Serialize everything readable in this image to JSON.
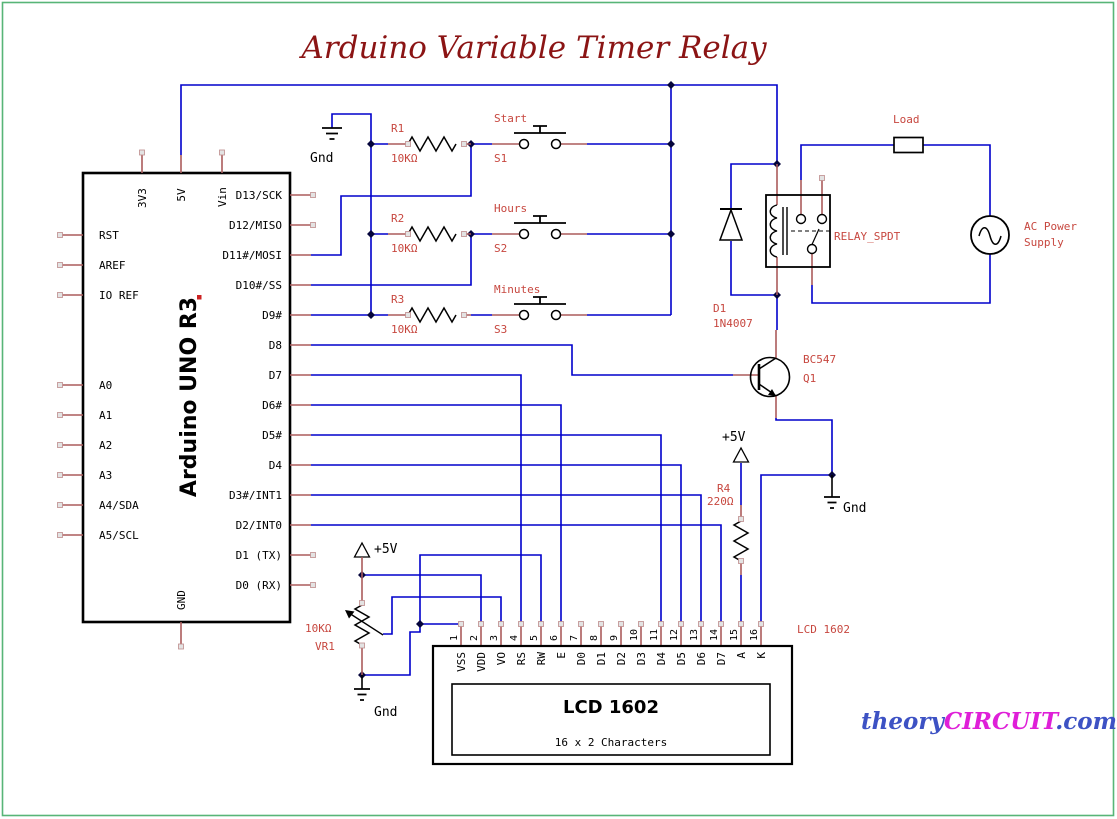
{
  "title": "Arduino Variable Timer Relay",
  "watermark": {
    "part1": "theory",
    "part2": "CIRCUIT",
    "part3": ".com"
  },
  "colors": {
    "wire": "#0000cc",
    "pin_lead": "#ab5c5c",
    "component_label": "#c7473f",
    "title_text": "#8b1414",
    "border": "#57b577",
    "watermark_blue": "#3d52c4",
    "watermark_magenta": "#df1fd8"
  },
  "arduino": {
    "name": "Arduino UNO R3",
    "top_pins": [
      "3V3",
      "5V",
      "Vin"
    ],
    "bottom_pin": "GND",
    "left_pins": [
      "RST",
      "AREF",
      "IO REF",
      "A0",
      "A1",
      "A2",
      "A3",
      "A4/SDA",
      "A5/SCL"
    ],
    "right_pins": [
      "D13/SCK",
      "D12/MISO",
      "D11#/MOSI",
      "D10#/SS",
      "D9#",
      "D8",
      "D7",
      "D6#",
      "D5#",
      "D4",
      "D3#/INT1",
      "D2/INT0",
      "D1 (TX)",
      "D0 (RX)"
    ]
  },
  "input_rows": [
    {
      "resistor": "R1",
      "value": "10KΩ",
      "switch": "S1",
      "action": "Start"
    },
    {
      "resistor": "R2",
      "value": "10KΩ",
      "switch": "S2",
      "action": "Hours"
    },
    {
      "resistor": "R3",
      "value": "10KΩ",
      "switch": "S3",
      "action": "Minutes"
    }
  ],
  "power": {
    "vcc": "+5V",
    "gnd": "Gnd"
  },
  "diode": {
    "ref": "D1",
    "part": "1N4007"
  },
  "transistor": {
    "part": "BC547",
    "ref": "Q1"
  },
  "relay": {
    "name": "RELAY_SPDT"
  },
  "load": {
    "label": "Load"
  },
  "ac_supply": {
    "line1": "AC Power",
    "line2": "Supply"
  },
  "r4": {
    "ref": "R4",
    "value": "220Ω"
  },
  "vr1": {
    "value": "10KΩ",
    "ref": "VR1"
  },
  "lcd": {
    "label": "LCD 1602",
    "title": "LCD 1602",
    "subtitle": "16 x 2 Characters",
    "pin_numbers": [
      "1",
      "2",
      "3",
      "4",
      "5",
      "6",
      "7",
      "8",
      "9",
      "10",
      "11",
      "12",
      "13",
      "14",
      "15",
      "16"
    ],
    "pin_names": [
      "VSS",
      "VDD",
      "VO",
      "RS",
      "RW",
      "E",
      "D0",
      "D1",
      "D2",
      "D3",
      "D4",
      "D5",
      "D6",
      "D7",
      "A",
      "K"
    ]
  }
}
